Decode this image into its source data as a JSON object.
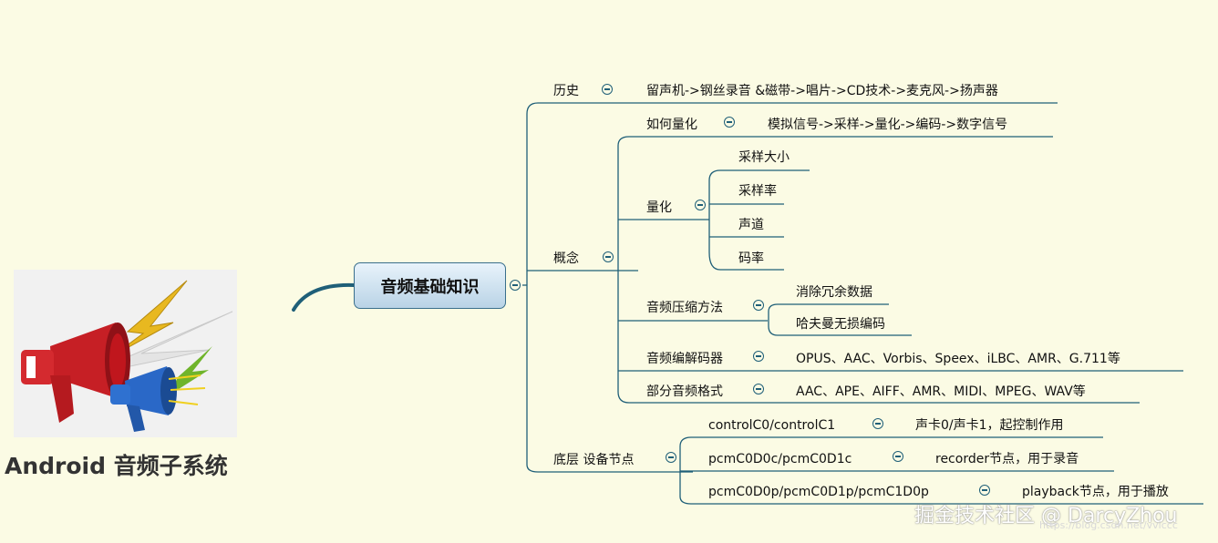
{
  "logo": {
    "title": "Android 音频子系统"
  },
  "root": {
    "label": "音频基础知识"
  },
  "history": {
    "label": "历史",
    "detail": "留声机->钢丝录音 &磁带->唱片->CD技术->麦克风->扬声器"
  },
  "concept": {
    "label": "概念",
    "how_quantize": {
      "label": "如何量化",
      "detail": "模拟信号->采样->量化->编码->数字信号"
    },
    "quantize": {
      "label": "量化",
      "items": [
        "采样大小",
        "采样率",
        "声道",
        "码率"
      ]
    },
    "compression": {
      "label": "音频压缩方法",
      "items": [
        "消除冗余数据",
        "哈夫曼无损编码"
      ]
    },
    "codec": {
      "label": "音频编解码器",
      "detail": "OPUS、AAC、Vorbis、Speex、iLBC、AMR、G.711等"
    },
    "formats": {
      "label": "部分音频格式",
      "detail": "AAC、APE、AIFF、AMR、MIDI、MPEG、WAV等"
    }
  },
  "device": {
    "label": "底层 设备节点",
    "nodes": [
      {
        "label": "controlC0/controlC1",
        "detail": "声卡0/声卡1，起控制作用"
      },
      {
        "label": "pcmC0D0c/pcmC0D1c",
        "detail": "recorder节点，用于录音"
      },
      {
        "label": "pcmC0D0p/pcmC0D1p/pcmC1D0p",
        "detail": "playback节点，用于播放"
      }
    ]
  },
  "watermark": "掘金技术社区 @ DarcyZhou",
  "watermark_url": "https://blog.csdn.net/vviccc"
}
